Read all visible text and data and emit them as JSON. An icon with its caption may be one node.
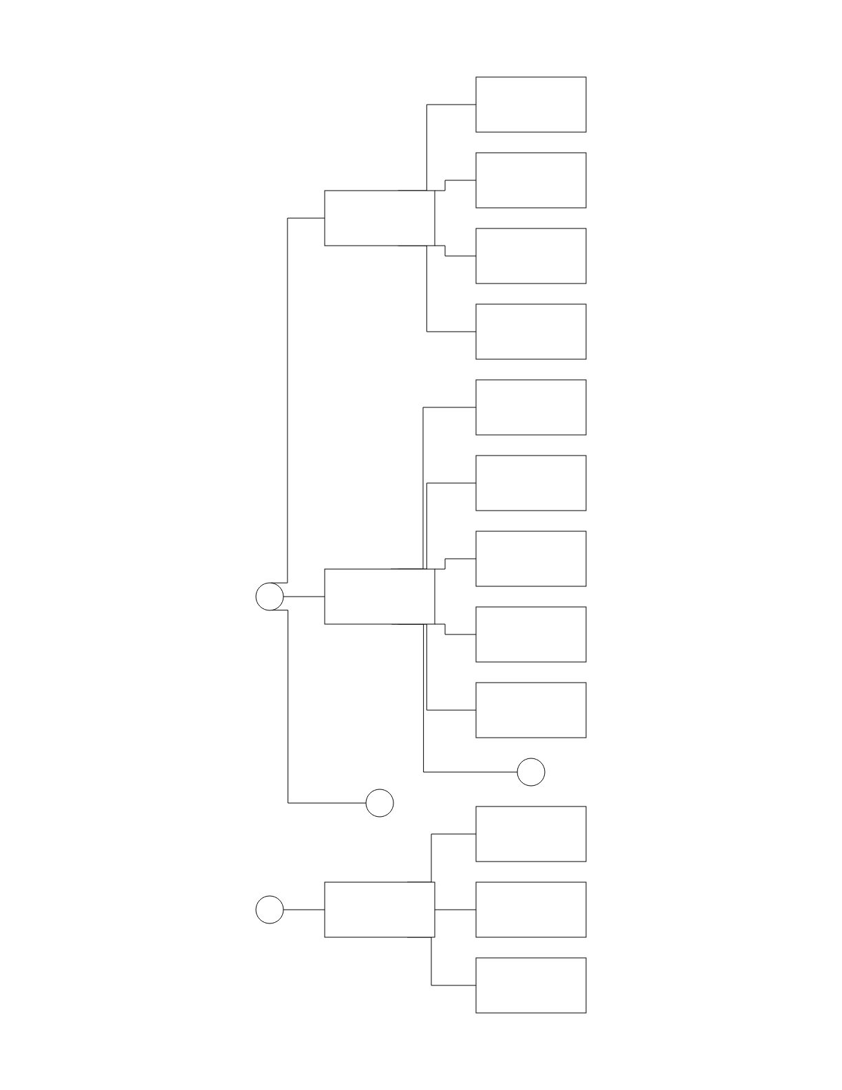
{
  "diagram": {
    "nodes": [
      {
        "text": [],
        "shape": "circle"
      },
      {
        "text": [],
        "shape": "circle"
      },
      {
        "text": [],
        "shape": "box"
      },
      {
        "text": [],
        "shape": "box"
      },
      {
        "text": [],
        "shape": "box"
      },
      {
        "text": [],
        "shape": "box"
      },
      {
        "text": [],
        "shape": "box"
      },
      {
        "text": [],
        "shape": "box"
      },
      {
        "text": [],
        "shape": "box"
      },
      {
        "text": [],
        "shape": "box"
      },
      {
        "text": [],
        "shape": "box"
      },
      {
        "text": [],
        "shape": "box"
      },
      {
        "text": [],
        "shape": "box"
      },
      {
        "text": [],
        "shape": "box"
      },
      {
        "text": [],
        "shape": "box"
      },
      {
        "text": [],
        "shape": "box"
      },
      {
        "text": [],
        "shape": "box"
      },
      {
        "text": [],
        "shape": "circle"
      },
      {
        "text": [],
        "shape": "circle"
      }
    ],
    "edges": [
      {
        "from": 0,
        "to": 6,
        "arrow": "none"
      },
      {
        "from": 0,
        "to": 11,
        "arrow": "none"
      },
      {
        "from": 0,
        "to": 17,
        "arrow": "none"
      },
      {
        "from": 1,
        "to": 2,
        "arrow": "none"
      },
      {
        "from": 2,
        "to": 3,
        "arrow": "none"
      },
      {
        "from": 2,
        "to": 4,
        "arrow": "none"
      },
      {
        "from": 2,
        "to": 5,
        "arrow": "none"
      },
      {
        "from": 6,
        "to": 7,
        "arrow": "none"
      },
      {
        "from": 6,
        "to": 8,
        "arrow": "none"
      },
      {
        "from": 6,
        "to": 9,
        "arrow": "none"
      },
      {
        "from": 6,
        "to": 10,
        "arrow": "none"
      },
      {
        "from": 11,
        "to": 12,
        "arrow": "none"
      },
      {
        "from": 11,
        "to": 13,
        "arrow": "none"
      },
      {
        "from": 11,
        "to": 14,
        "arrow": "none"
      },
      {
        "from": 11,
        "to": 15,
        "arrow": "none"
      },
      {
        "from": 11,
        "to": 16,
        "arrow": "none"
      },
      {
        "from": 11,
        "to": 18,
        "arrow": "none"
      }
    ]
  }
}
